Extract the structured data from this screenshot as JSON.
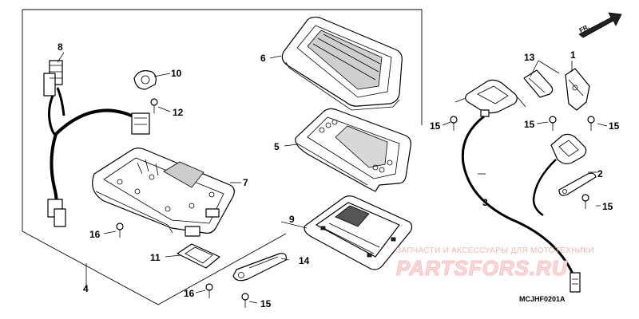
{
  "diagram": {
    "part_numbers": {
      "n1": "1",
      "n2": "2",
      "n3": "3",
      "n4": "4",
      "n5": "5",
      "n6": "6",
      "n7": "7",
      "n8": "8",
      "n9": "9",
      "n10": "10",
      "n11": "11",
      "n12": "12",
      "n13": "13",
      "n14": "14",
      "n15": "15",
      "n16": "16"
    },
    "front_arrow_label": "FR.",
    "drawing_code": "MCJHF0201A"
  },
  "watermark": {
    "tagline": "ЗАПЧАСТИ И АКСЕССУАРЫ ДЛЯ МОТОТЕХНИКИ",
    "logo": "PARTSFORS.RU"
  }
}
